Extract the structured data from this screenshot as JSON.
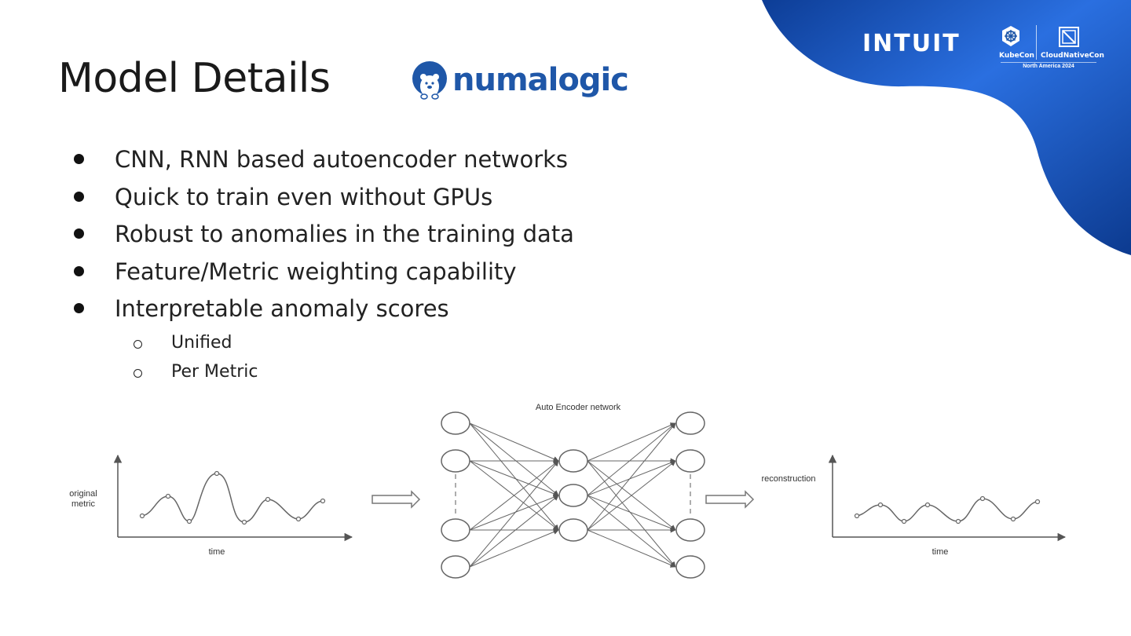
{
  "slide": {
    "title": "Model Details",
    "logo_text": "numalogic",
    "brand_intuit": "INTUIT",
    "kubecon": "KubeCon",
    "cloudnativecon": "CloudNativeCon",
    "event": "North America 2024"
  },
  "bullets": [
    "CNN, RNN based autoencoder networks",
    "Quick to train even without GPUs",
    "Robust to anomalies in the training data",
    "Feature/Metric weighting capability",
    "Interpretable anomaly scores"
  ],
  "sub_bullets": [
    "Unified",
    "Per Metric"
  ],
  "diagram": {
    "network_label": "Auto Encoder network",
    "left_ylabel_line1": "original",
    "left_ylabel_line2": "metric",
    "left_xlabel": "time",
    "right_label": "reconstruction",
    "right_xlabel": "time"
  },
  "colors": {
    "brand_blue": "#1f57a8",
    "blob_dark": "#0d3d96",
    "blob_light": "#2a6fe0"
  },
  "icons": [
    "numalogic-bear-icon",
    "kubernetes-helm-icon",
    "cncf-icon"
  ]
}
